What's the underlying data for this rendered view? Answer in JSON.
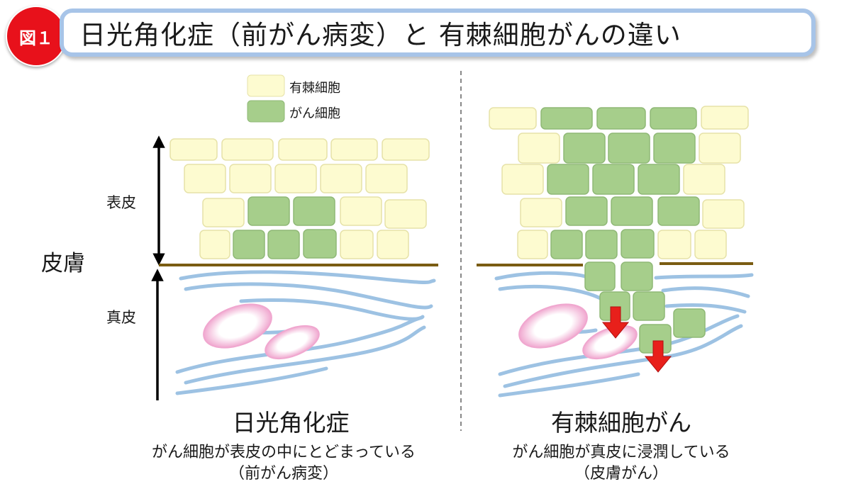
{
  "badge": "図１",
  "title": "日光角化症（前がん病変）と 有棘細胞がんの違い",
  "legend": {
    "normal": "有棘細胞",
    "cancer": "がん細胞"
  },
  "labels": {
    "epidermis": "表皮",
    "dermis": "真皮",
    "skin": "皮膚"
  },
  "left_panel": {
    "title": "日光角化症",
    "subtitle": "がん細胞が表皮の中にとどまっている",
    "note": "（前がん病変）"
  },
  "right_panel": {
    "title": "有棘細胞がん",
    "subtitle": "がん細胞が真皮に浸潤している",
    "note": "（皮膚がん）"
  },
  "colors": {
    "normal_cell": "#fdfbd0",
    "cancer_cell": "#a6ce8b",
    "basement": "#7a5c12",
    "fiber": "#9dc2e3",
    "vessel": "#f0a7cf",
    "arrow": "#e8201b",
    "badge": "#e8111b",
    "frame": "#a7c4e8"
  }
}
